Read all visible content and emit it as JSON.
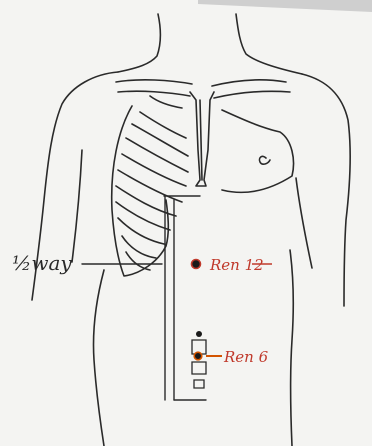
{
  "labels": {
    "halfway": "½way",
    "ren12": "Ren 12",
    "ren6": "Ren 6"
  },
  "colors": {
    "paper": "#f4f4f2",
    "ink": "#2a2a2a",
    "marker": "#c0392b",
    "dot": "#1a1a1a"
  }
}
